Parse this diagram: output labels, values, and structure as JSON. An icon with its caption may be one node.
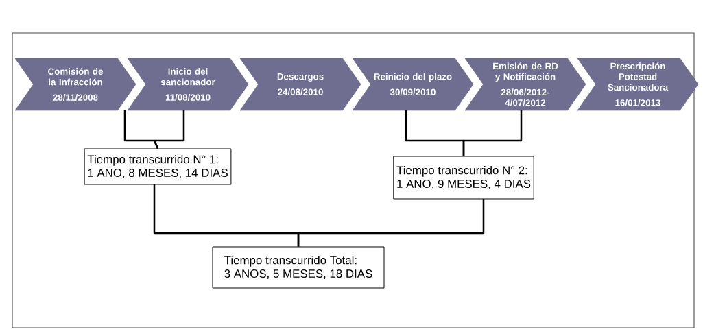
{
  "diagram": {
    "nodes": [
      {
        "text": [
          "Comisión de la Infracción",
          "28/11/2008"
        ]
      },
      {
        "text": [
          "Inicio del sancionador",
          "11/08/2010"
        ]
      },
      {
        "text": [
          "Descargos",
          "24/08/2010"
        ]
      },
      {
        "text": [
          "Reinicio del plazo",
          "30/09/2010"
        ]
      },
      {
        "text": [
          "Emisión de RD y Notificación",
          "28/06/2012- 4/07/2012"
        ]
      },
      {
        "text": [
          "Prescripción Potestad Sancionadora",
          "16/01/2013"
        ]
      },
      {
        "text": [
          "Tiempo transcurrido N° 1:",
          "1 ANO, 8 MESES, 14 DIAS"
        ]
      },
      {
        "text": [
          "Tiempo transcurrido N° 2:",
          "1 ANO, 9 MESES, 4 DIAS"
        ]
      },
      {
        "text": [
          "Tiempo transcurrido Total:",
          "3 ANOS, 5 MESES, 18 DIAS"
        ]
      }
    ],
    "edges": [
      {
        "from": 0,
        "to": 6,
        "arrow": "none"
      },
      {
        "from": 1,
        "to": 6,
        "arrow": "none"
      },
      {
        "from": 3,
        "to": 7,
        "arrow": "none"
      },
      {
        "from": 4,
        "to": 7,
        "arrow": "none"
      },
      {
        "from": 6,
        "to": 8,
        "arrow": "none"
      },
      {
        "from": 7,
        "to": 8,
        "arrow": "none"
      }
    ]
  }
}
